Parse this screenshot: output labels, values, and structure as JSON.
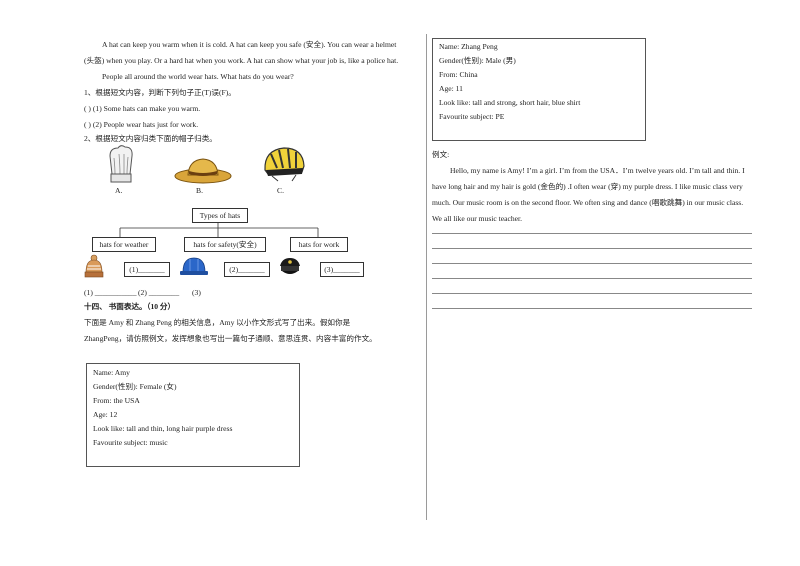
{
  "passage": {
    "line1": "A hat can keep you warm when it is cold. A hat can keep you safe (安全). You can wear a helmet",
    "line2": "(头盔) when you play. Or a hard hat when you work. A hat can show what your job is, like a police hat.",
    "line3": "People all around the world wear hats. What hats do you wear?"
  },
  "q1": {
    "instruction": "1、根据短文内容，判断下列句子正(T)误(F)。",
    "items": [
      {
        "blank": "(          )",
        "text": "(1) Some hats can make you warm."
      },
      {
        "blank": "(          )",
        "text": "(2) People wear hats just for work."
      }
    ]
  },
  "q2": {
    "instruction": "2、根据短文内容归类下面的帽子归类。",
    "hat_labels": [
      "A.",
      "B.",
      "C."
    ],
    "root": "Types of hats",
    "categories": [
      "hats for weather",
      "hats for safety(安全)",
      "hats for work"
    ],
    "blanks": [
      "(1)_______",
      "(2)_______",
      "(3)_______"
    ],
    "answer_line": {
      "a": "(1)",
      "b": "(2)",
      "c": "(3)"
    }
  },
  "section14": {
    "title": "十四、 书面表达。（10 分）",
    "instr1": "下面是  Amy 和  Zhang Peng 的相关信息，Amy 以小作文形式写了出来。假如你是",
    "instr2": "ZhangPeng，请仿照例文，发挥想象也写出一篇句子通顺、意思连贯、内容丰富的作文。"
  },
  "amy_card": [
    "Name: Amy",
    "Gender(性别): Female (女)",
    "From: the USA",
    "Age: 12",
    "Look like: tall and thin,  long hair purple dress",
    "Favourite subject: music"
  ],
  "zhang_card": [
    "Name: Zhang Peng",
    "Gender(性别): Male (男)",
    "From: China",
    "Age: 11",
    "Look like: tall and strong, short hair,  blue shirt",
    "Favourite subject: PE"
  ],
  "example": {
    "label": "例文:",
    "lines": [
      "Hello, my name is Amy! I’m a girl. I’m from the USA．I’m twelve years old. I’m tall and thin. I",
      "have long hair and my hair is gold (金色的) .I often wear (穿) my purple dress. I like music class very",
      "much. Our music room is on the second floor. We often sing and dance (唱歌跳舞) in our music class.",
      "We all like our music teacher."
    ]
  }
}
